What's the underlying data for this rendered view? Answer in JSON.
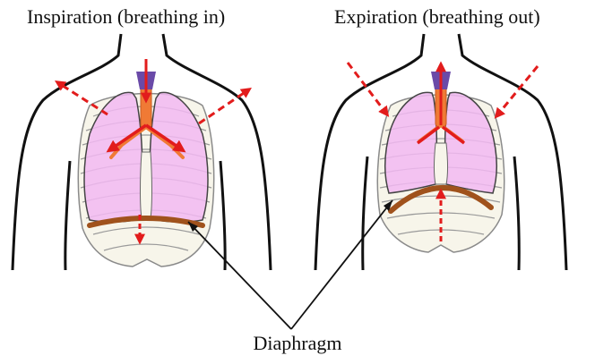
{
  "titles": {
    "inspiration": "Inspiration (breathing in)",
    "expiration": "Expiration (breathing out)"
  },
  "label": {
    "diaphragm": "Diaphragm"
  },
  "colors": {
    "outline": "#111111",
    "rib_stroke": "#8a8a8a",
    "rib_fill": "#f7f5ea",
    "lung_fill": "#f2b8f2",
    "lung_stroke": "#444444",
    "trachea": "#f07a35",
    "larynx": "#6a4aa8",
    "diaphragm": "#a0521c",
    "arrow": "#e21c1c"
  },
  "icons": {
    "arrow_style_expansion": "solid-red-arrow",
    "arrow_style_motion": "dashed-red-arrow"
  }
}
